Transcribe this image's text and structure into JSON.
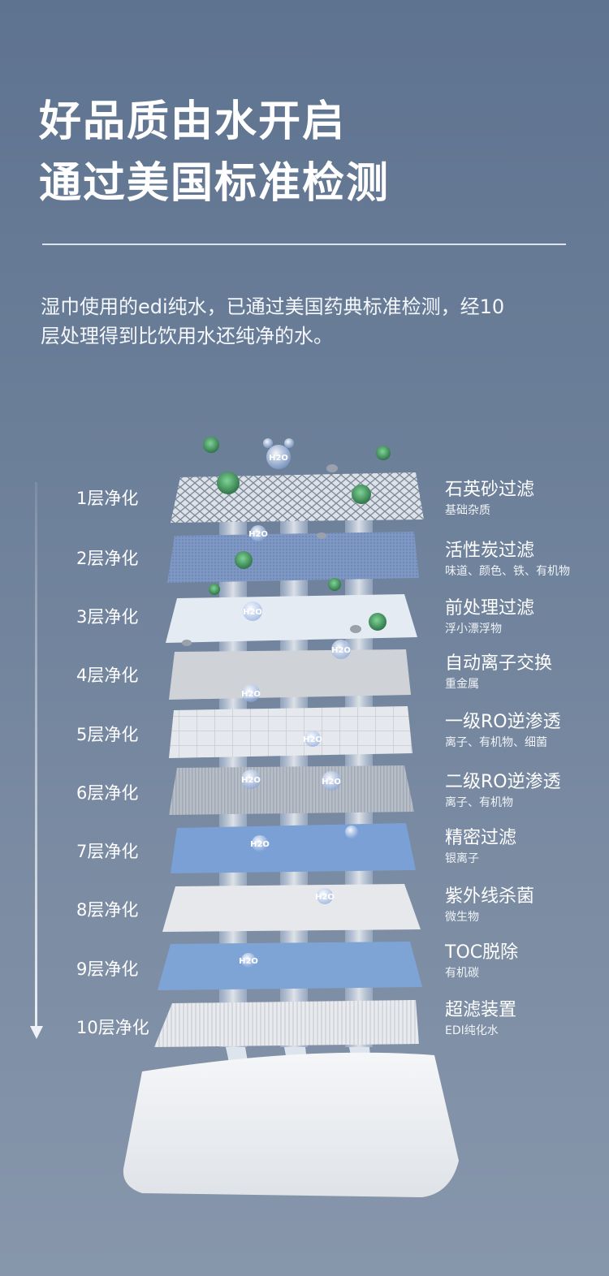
{
  "headline": {
    "line1": "好品质由水开启",
    "line2": "通过美国标准检测"
  },
  "description": {
    "line1": "湿巾使用的edi纯水，已通过美国药典标准检测，经10",
    "line2": "层处理得到比饮用水还纯净的水。"
  },
  "layers": [
    {
      "level": "1层净化",
      "name": "石英砂过滤",
      "detail": "基础杂质"
    },
    {
      "level": "2层净化",
      "name": "活性炭过滤",
      "detail": "味道、颜色、铁、有机物"
    },
    {
      "level": "3层净化",
      "name": "前处理过滤",
      "detail": "浮小漂浮物"
    },
    {
      "level": "4层净化",
      "name": "自动离子交换",
      "detail": "重金属"
    },
    {
      "level": "5层净化",
      "name": "一级RO逆渗透",
      "detail": "离子、有机物、细菌"
    },
    {
      "level": "6层净化",
      "name": "二级RO逆渗透",
      "detail": "离子、有机物"
    },
    {
      "level": "7层净化",
      "name": "精密过滤",
      "detail": "银离子"
    },
    {
      "level": "8层净化",
      "name": "紫外线杀菌",
      "detail": "微生物"
    },
    {
      "level": "9层净化",
      "name": "TOC脱除",
      "detail": "有机碳"
    },
    {
      "level": "10层净化",
      "name": "超滤装置",
      "detail": "EDI纯化水"
    }
  ],
  "molecule_label": "H2O",
  "colors": {
    "background_top": "#5e7390",
    "background_bottom": "#8796ab",
    "text": "#ffffff",
    "germ": "#3f8a58"
  }
}
